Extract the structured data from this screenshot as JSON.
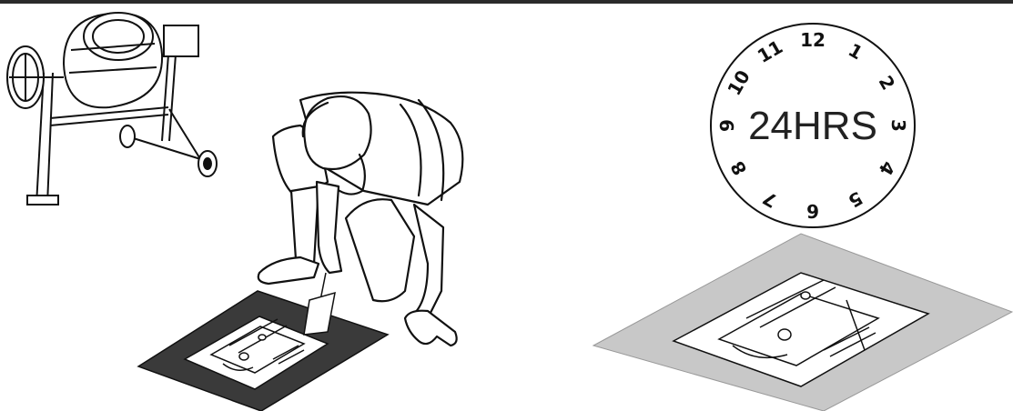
{
  "clock": {
    "center_label": "24HRS",
    "numbers": [
      "12",
      "1",
      "2",
      "3",
      "4",
      "5",
      "6",
      "7",
      "8",
      "9",
      "10",
      "11"
    ]
  },
  "illustrations": {
    "left": "concrete mixer, worker with trowel, frame in dark pad",
    "right": "frame in cured light-grey pad"
  },
  "colors": {
    "wet_concrete": "#3a3a3a",
    "cured_concrete": "#c8c8c8",
    "line": "#111111"
  }
}
